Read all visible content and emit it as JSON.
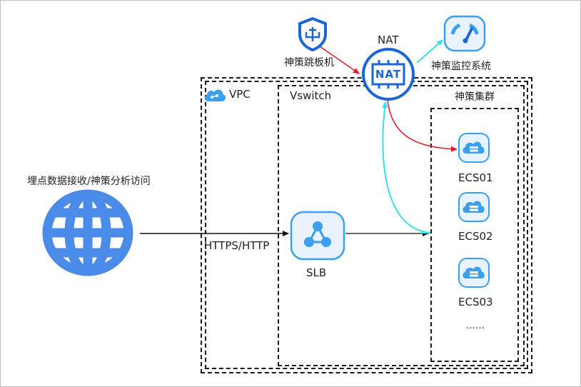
{
  "diagram": {
    "client": {
      "label": "埋点数据接收/神策分析访问"
    },
    "link": {
      "label": "HTTPS/HTTP"
    },
    "vpc": {
      "label": "VPC"
    },
    "vswitch": {
      "label": "Vswitch"
    },
    "cluster": {
      "label": "神策集群",
      "nodes": [
        "ECS01",
        "ECS02",
        "ECS03"
      ],
      "more": "……"
    },
    "slb": {
      "label": "SLB"
    },
    "nat": {
      "label": "NAT",
      "badge": "NAT"
    },
    "jump_host": {
      "label": "神策跳板机"
    },
    "monitor": {
      "label": "神策监控系统"
    }
  },
  "colors": {
    "accent_blue": "#4a8bea",
    "icon_blue": "#1a66d6",
    "ssh_red": "#e0182a",
    "monitor_cyan": "#33e0ec",
    "dash_border": "#1a1a1a"
  }
}
